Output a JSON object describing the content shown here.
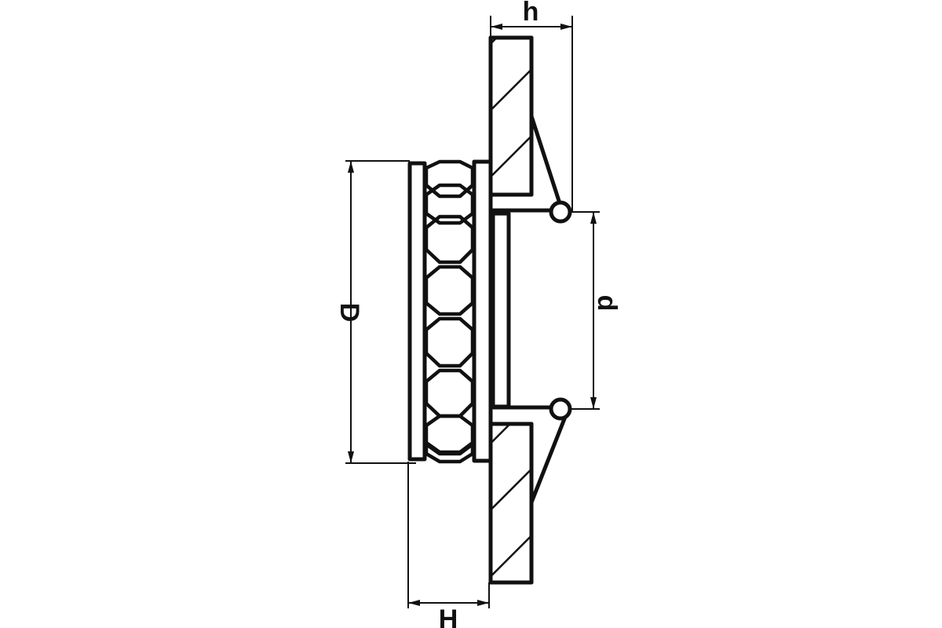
{
  "labels": {
    "h": "h",
    "D": "D",
    "d": "d",
    "H": "H"
  },
  "colors": {
    "stroke": "#111111",
    "background": "#ffffff"
  }
}
